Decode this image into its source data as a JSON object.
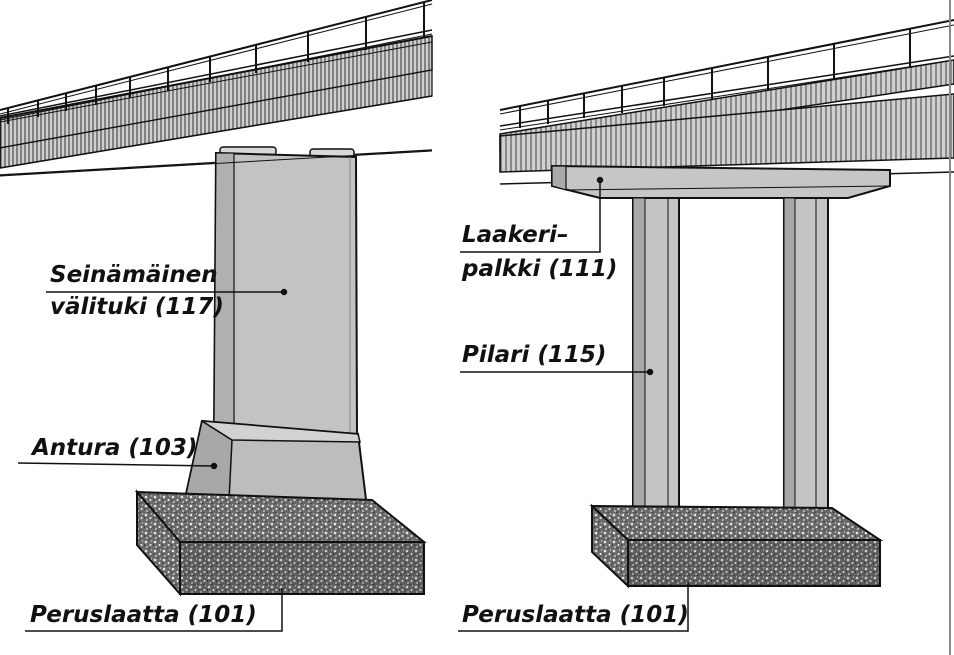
{
  "colors": {
    "ink": "#1a1a1a",
    "concrete": "#c2c2c2",
    "concrete_shade": "#a9a9a9",
    "concrete_light": "#d4d4d4",
    "gravel": "#5e5e5e",
    "background": "#ffffff"
  },
  "left_panel": {
    "labels": {
      "wall_pier_line1": "Seinämäinen",
      "wall_pier_line2": "välituki (117)",
      "footing": "Antura (103)",
      "base_slab": "Peruslaatta (101)"
    }
  },
  "right_panel": {
    "labels": {
      "bearing_beam_line1": "Laakeri–",
      "bearing_beam_line2": "palkki (111)",
      "column": "Pilari (115)",
      "base_slab": "Peruslaatta (101)"
    }
  }
}
